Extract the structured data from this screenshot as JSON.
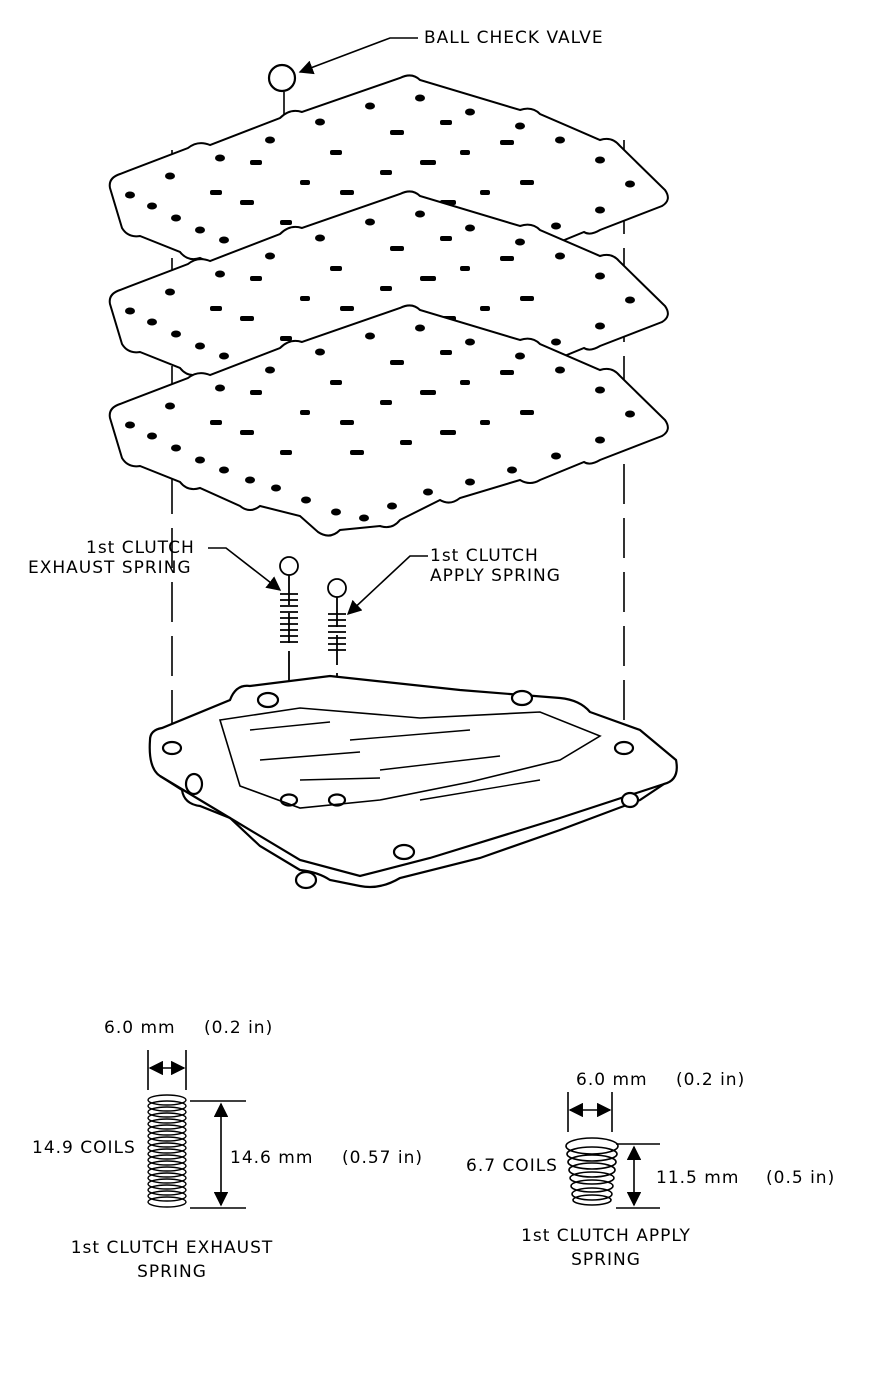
{
  "labels": {
    "ball_check_valve": "BALL CHECK VALVE",
    "exhaust_spring_line1": "1st CLUTCH",
    "exhaust_spring_line2": "EXHAUST SPRING",
    "apply_spring_line1": "1st CLUTCH",
    "apply_spring_line2": "APPLY SPRING"
  },
  "exhaust_spec": {
    "diameter_mm": "6.0 mm",
    "diameter_in": "(0.2 in)",
    "coils": "14.9 COILS",
    "length_mm": "14.6 mm",
    "length_in": "(0.57 in)",
    "caption_line1": "1st CLUTCH EXHAUST",
    "caption_line2": "SPRING"
  },
  "apply_spec": {
    "diameter_mm": "6.0 mm",
    "diameter_in": "(0.2 in)",
    "coils": "6.7 COILS",
    "length_mm": "11.5 mm",
    "length_in": "(0.5 in)",
    "caption_line1": "1st CLUTCH APPLY",
    "caption_line2": "SPRING"
  },
  "colors": {
    "ink": "#000000",
    "paper": "#ffffff"
  }
}
